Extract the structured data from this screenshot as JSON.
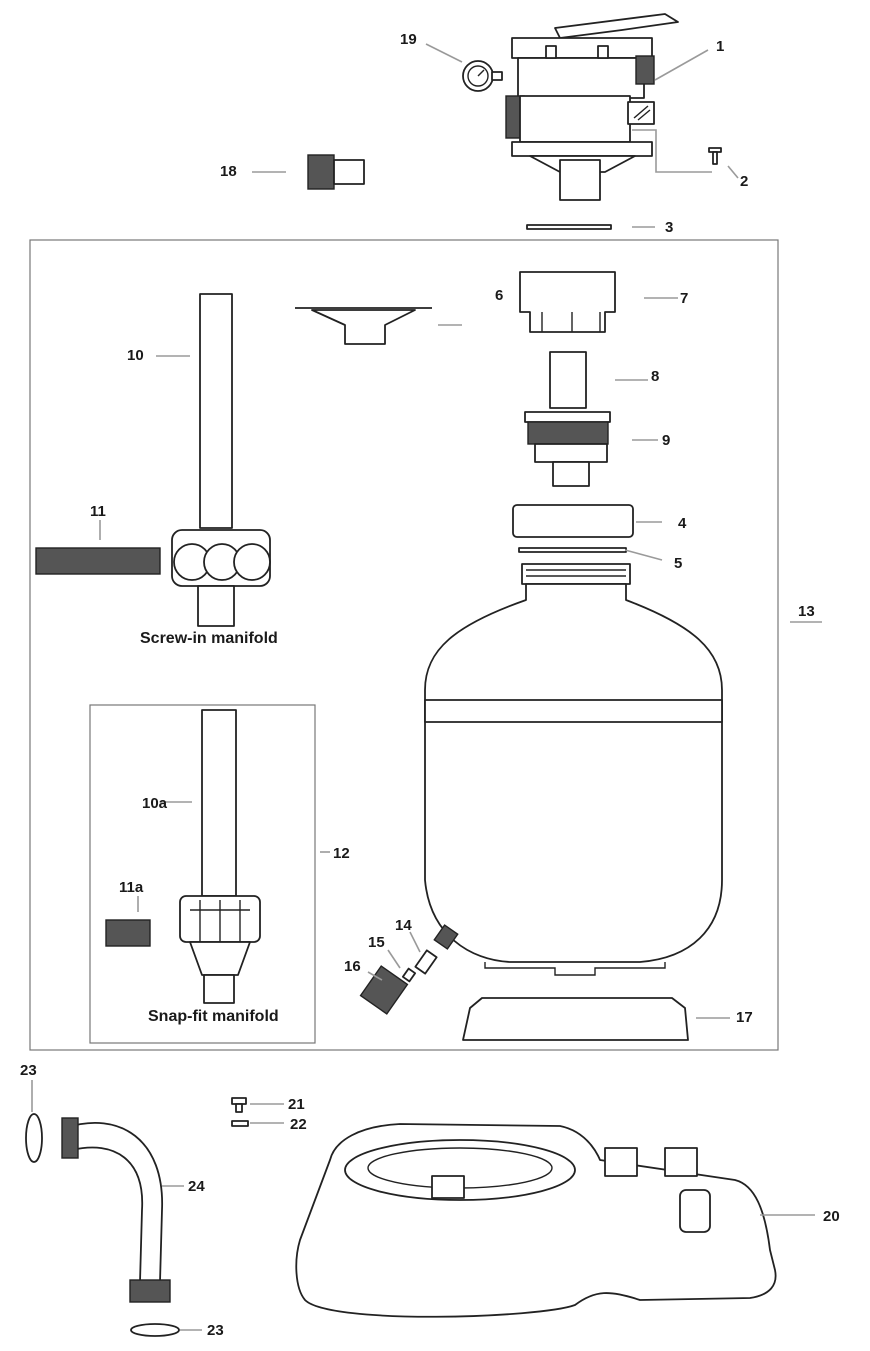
{
  "captions": {
    "screw_in": "Screw-in manifold",
    "snap_fit": "Snap-fit manifold"
  },
  "labels": {
    "p1": "1",
    "p2": "2",
    "p3": "3",
    "p4": "4",
    "p5": "5",
    "p6": "6",
    "p7": "7",
    "p8": "8",
    "p9": "9",
    "p10": "10",
    "p10a": "10a",
    "p11": "11",
    "p11a": "11a",
    "p12": "12",
    "p13": "13",
    "p14": "14",
    "p15": "15",
    "p16": "16",
    "p17": "17",
    "p18": "18",
    "p19": "19",
    "p20": "20",
    "p21": "21",
    "p22": "22",
    "p23a": "23",
    "p23b": "23",
    "p24": "24"
  }
}
